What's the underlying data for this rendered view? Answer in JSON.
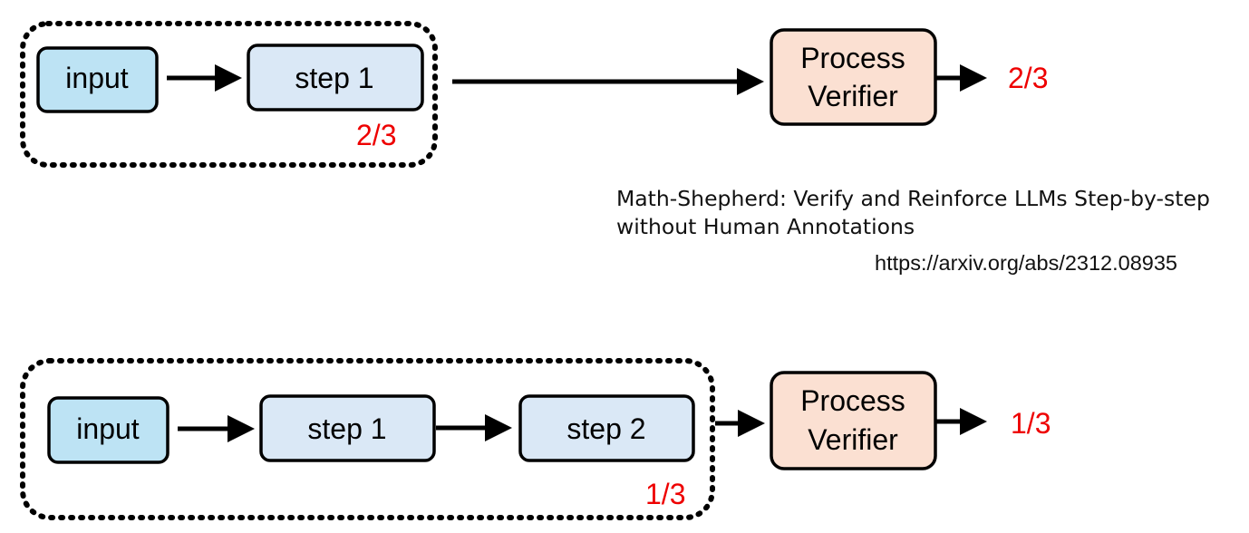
{
  "diagram1": {
    "input_label": "input",
    "step1_label": "step 1",
    "group_score": "2/3",
    "verifier_line1": "Process",
    "verifier_line2": "Verifier",
    "output_score": "2/3"
  },
  "reference": {
    "title_line1": "Math-Shepherd: Verify and Reinforce LLMs Step-by-step",
    "title_line2": "without Human Annotations",
    "url": "https://arxiv.org/abs/2312.08935"
  },
  "diagram2": {
    "input_label": "input",
    "step1_label": "step 1",
    "step2_label": "step 2",
    "group_score": "1/3",
    "verifier_line1": "Process",
    "verifier_line2": "Verifier",
    "output_score": "1/3"
  },
  "colors": {
    "input_fill": "#bde3f4",
    "step_fill": "#dae8f6",
    "verifier_fill": "#fbe0d2",
    "score_red": "#ee0000"
  }
}
